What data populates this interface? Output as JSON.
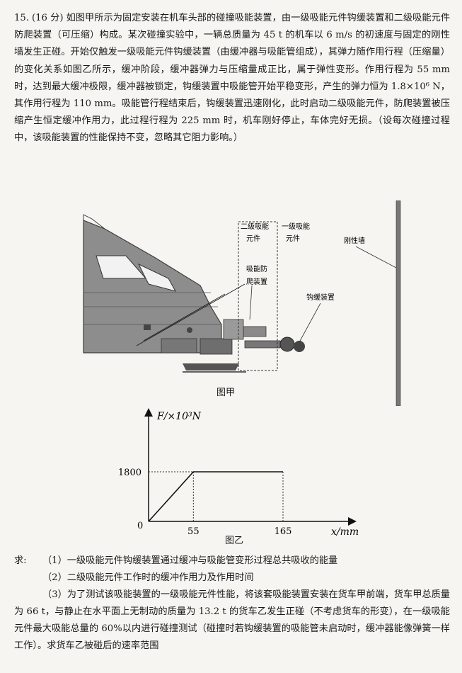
{
  "problem": {
    "number": "15.",
    "points": "(16 分)",
    "body": "如图甲所示为固定安装在机车头部的碰撞吸能装置，由一级吸能元件钩缓装置和二级吸能元件防爬装置（可压缩）构成。某次碰撞实验中，一辆总质量为 45 t 的机车以 6 m/s 的初速度与固定的刚性墙发生正碰。开始仅触发一级吸能元件钩缓装置（由缓冲器与吸能管组成），其弹力随作用行程（压缩量）的变化关系如图乙所示，缓冲阶段，缓冲器弹力与压缩量成正比，属于弹性变形。作用行程为 55 mm 时，达到最大缓冲极限，缓冲器被锁定，钩缓装置中吸能管开始平稳变形，产生的弹力恒为 1.8×10⁶ N，其作用行程为 110 mm。吸能管行程结束后，钩缓装置迅速刚化，此时启动二级吸能元件，防爬装置被压缩产生恒定缓冲作用力，此过程行程为 225 mm 时，机车刚好停止，车体完好无损。（设每次碰撞过程中，该吸能装置的性能保持不变，忽略其它阻力影响。）"
  },
  "figure_a": {
    "caption": "图甲",
    "labels": {
      "secondary_1": "二级吸能",
      "secondary_2": "元件",
      "primary_1": "一级吸能",
      "primary_2": "元件",
      "wall": "刚性墙",
      "anticlimb_1": "吸能防",
      "anticlimb_2": "爬装置",
      "coupler": "钩缓装置"
    }
  },
  "figure_b": {
    "caption": "图乙"
  },
  "chart_data": {
    "type": "line",
    "ylabel": "F/×10³N",
    "xlabel": "x/mm",
    "origin_label": "0",
    "x": [
      0,
      55,
      165
    ],
    "y": [
      0,
      1800,
      1800
    ],
    "x_ticks": [
      "55",
      "165"
    ],
    "y_ticks": [
      "1800"
    ]
  },
  "questions": {
    "prefix": "求:",
    "q1": "（1）一级吸能元件钩缓装置通过缓冲与吸能管变形过程总共吸收的能量",
    "q2": "（2）二级吸能元件工作时的缓冲作用力及作用时间",
    "q3": "（3）为了测试该吸能装置的一级吸能元件性能，将该套吸能装置安装在货车甲前端，货车甲总质量为 66 t，与静止在水平面上无制动的质量为 13.2 t 的货车乙发生正碰（不考虑货车的形变），在一级吸能元件最大吸能总量的 60%以内进行碰撞测试（碰撞时若钩缓装置的吸能管未启动时，缓冲器能像弹簧一样工作）。求货车乙被碰后的速率范围"
  }
}
